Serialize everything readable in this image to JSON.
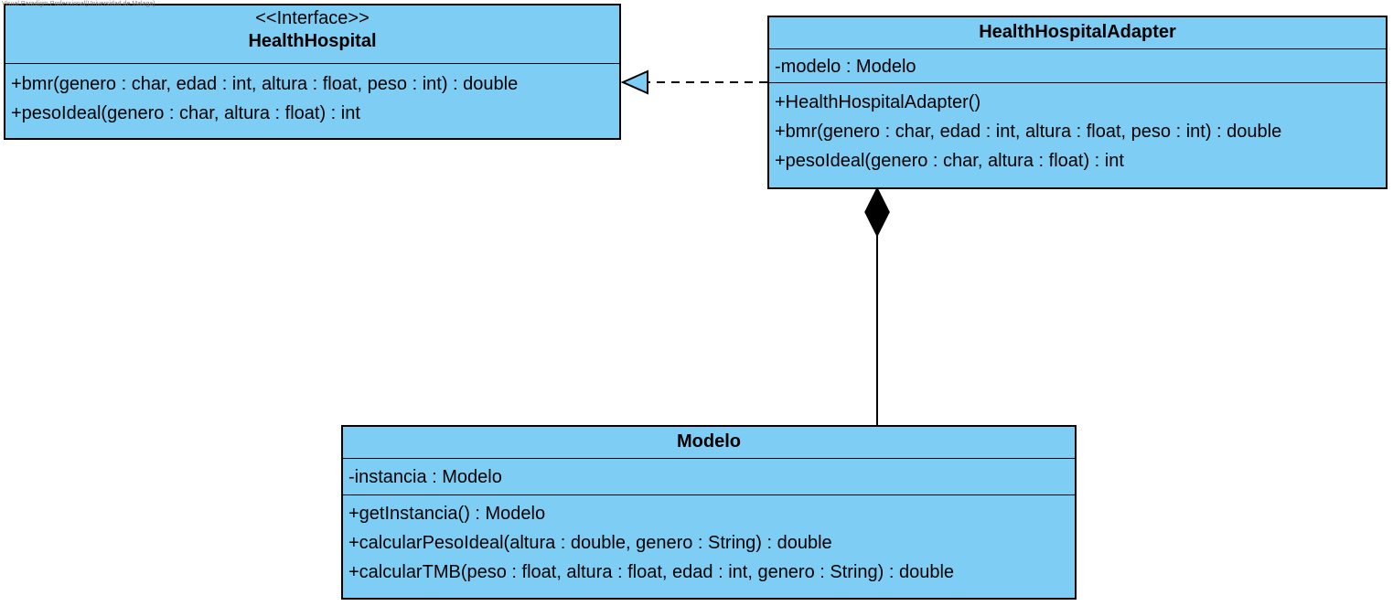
{
  "watermark": "Visual Paradigm Professional(Universidad de Malaga)",
  "colors": {
    "class_fill": "#7dcdf4",
    "stroke": "#000000"
  },
  "classes": {
    "health_hospital": {
      "stereotype": "<<Interface>>",
      "name": "HealthHospital",
      "operations": [
        "+bmr(genero : char, edad : int, altura : float, peso : int) : double",
        "+pesoIdeal(genero : char, altura : float) : int"
      ]
    },
    "adapter": {
      "name": "HealthHospitalAdapter",
      "attributes": [
        "-modelo : Modelo"
      ],
      "operations": [
        "+HealthHospitalAdapter()",
        "+bmr(genero : char, edad : int, altura : float, peso : int) : double",
        "+pesoIdeal(genero : char, altura : float) : int"
      ]
    },
    "modelo": {
      "name": "Modelo",
      "attributes": [
        "-instancia : Modelo"
      ],
      "operations": [
        "+getInstancia() : Modelo",
        "+calcularPesoIdeal(altura : double, genero : String) : double",
        "+calcularTMB(peso : float, altura : float, edad : int, genero : String) : double"
      ]
    }
  },
  "relations": [
    {
      "type": "realization",
      "from": "HealthHospitalAdapter",
      "to": "HealthHospital"
    },
    {
      "type": "composition",
      "from": "Modelo",
      "to": "HealthHospitalAdapter"
    }
  ]
}
